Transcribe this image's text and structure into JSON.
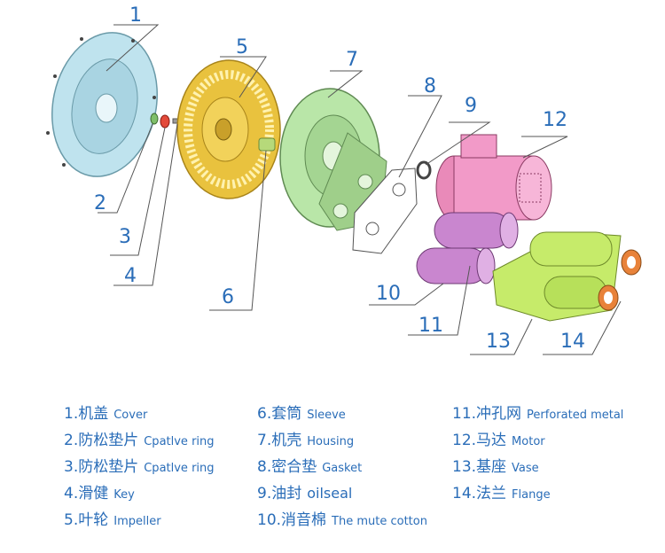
{
  "callouts": [
    {
      "n": "1"
    },
    {
      "n": "2"
    },
    {
      "n": "3"
    },
    {
      "n": "4"
    },
    {
      "n": "5"
    },
    {
      "n": "6"
    },
    {
      "n": "7"
    },
    {
      "n": "8"
    },
    {
      "n": "9"
    },
    {
      "n": "10"
    },
    {
      "n": "11"
    },
    {
      "n": "12"
    },
    {
      "n": "13"
    },
    {
      "n": "14"
    }
  ],
  "legend": {
    "col1": [
      {
        "zh": "1.机盖",
        "en": "Cover"
      },
      {
        "zh": "2.防松垫片",
        "en": "Cpatlve ring"
      },
      {
        "zh": "3.防松垫片",
        "en": "Cpatlve ring"
      },
      {
        "zh": "4.滑健",
        "en": "Key"
      },
      {
        "zh": "5.叶轮",
        "en": "Impeller"
      }
    ],
    "col2": [
      {
        "zh": "6.套筒",
        "en": "Sleeve"
      },
      {
        "zh": "7.机壳",
        "en": "Housing"
      },
      {
        "zh": "8.密合垫",
        "en": "Gasket"
      },
      {
        "zh": "9.油封",
        "en": "oilseal"
      },
      {
        "zh": "10.消音棉",
        "en": "The mute cotton"
      }
    ],
    "col3": [
      {
        "zh": "11.冲孔网",
        "en": "Perforated metal"
      },
      {
        "zh": "12.马达",
        "en": "Motor"
      },
      {
        "zh": "13.基座",
        "en": "Vase"
      },
      {
        "zh": "14.法兰",
        "en": "Flange"
      }
    ]
  },
  "colors": {
    "label_blue": "#2a6db8",
    "cover": "#bfe3ee",
    "impeller": "#f2d25a",
    "housing": "#b9e6a8",
    "motor": "#f29ac8",
    "cotton": "#c986cf",
    "base": "#c6eb6a",
    "flange": "#e8823a"
  }
}
